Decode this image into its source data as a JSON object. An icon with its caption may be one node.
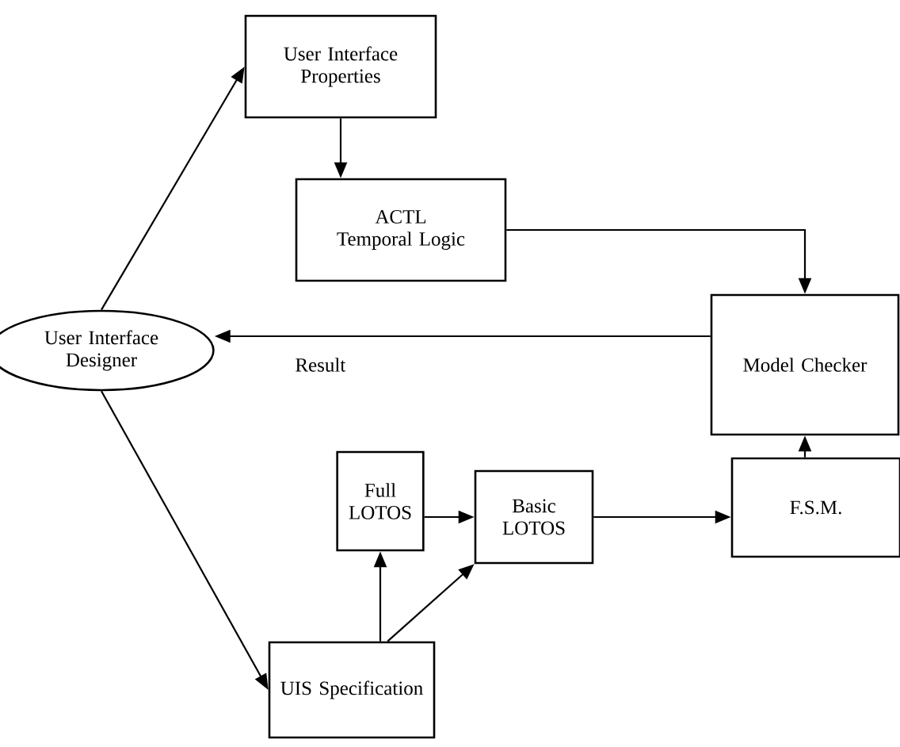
{
  "diagram": {
    "nodes": [
      {
        "text": [
          "User Interface Properties"
        ]
      },
      {
        "text": [
          "ACTL Temporal Logic"
        ]
      },
      {
        "text": [
          "User Interface Designer"
        ]
      },
      {
        "text": [
          "Model Checker"
        ]
      },
      {
        "text": [
          "Full LOTOS"
        ]
      },
      {
        "text": [
          "Basic LOTOS"
        ]
      },
      {
        "text": [
          "F.S.M."
        ]
      },
      {
        "text": [
          "UIS Specification"
        ]
      }
    ],
    "edges": [
      {
        "from": 2,
        "to": 0,
        "arrow": "to"
      },
      {
        "from": 0,
        "to": 1,
        "arrow": "to"
      },
      {
        "from": 1,
        "to": 3,
        "arrow": "to"
      },
      {
        "from": 3,
        "to": 2,
        "arrow": "to",
        "label": "Result"
      },
      {
        "from": 2,
        "to": 7,
        "arrow": "to"
      },
      {
        "from": 7,
        "to": 4,
        "arrow": "to"
      },
      {
        "from": 7,
        "to": 5,
        "arrow": "to"
      },
      {
        "from": 4,
        "to": 5,
        "arrow": "to"
      },
      {
        "from": 5,
        "to": 6,
        "arrow": "to"
      },
      {
        "from": 6,
        "to": 3,
        "arrow": "to"
      }
    ]
  }
}
